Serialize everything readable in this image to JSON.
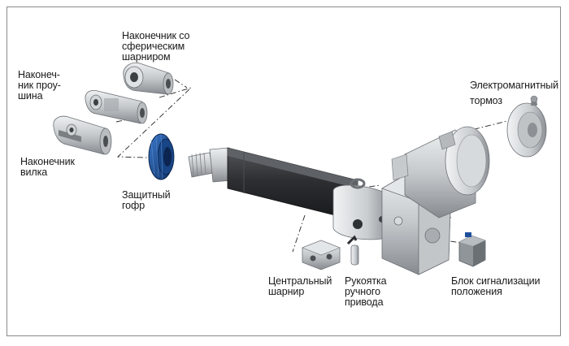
{
  "labels": {
    "ball_joint_end": "Наконечник со\nсферическим\nшарниром",
    "eye_end": "Наконеч-\nник проу-\nшина",
    "fork_end": "Наконечник\nвилка",
    "bellows": "Защитный\nгофр",
    "brake": "Электромагнитный\nтормоз",
    "central_joint": "Центральный\nшарнир",
    "hand_crank": "Рукоятка\nручного\nпривода",
    "position_unit": "Блок сигнализации\nположения"
  },
  "colors": {
    "metal_light": "#d9dcde",
    "metal_mid": "#b7bbbe",
    "metal_dark": "#6d7176",
    "tube_dark": "#2b2d30",
    "bellows_blue": "#1c4f9a",
    "frame": "#8a8a8a",
    "leader_line": "#222222"
  }
}
